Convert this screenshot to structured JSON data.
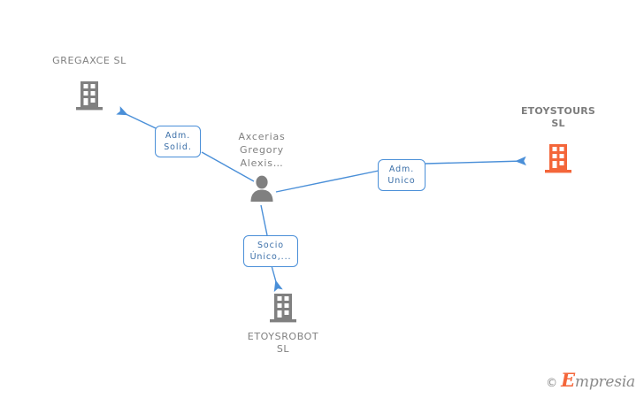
{
  "graph": {
    "title": "Empresia corporate relations graph",
    "colors": {
      "edge": "#4a8fd8",
      "label_border": "#4a8fd8",
      "label_text": "#3b6fa8",
      "node_gray": "#808080",
      "node_highlight": "#f4663a",
      "text_gray": "#808080",
      "background": "#ffffff"
    },
    "nodes": [
      {
        "id": "gregaxce",
        "label": "GREGAXCE SL",
        "type": "company",
        "icon": "building-icon",
        "highlight": false
      },
      {
        "id": "etoystours",
        "label": "ETOYSTOURS\nSL",
        "type": "company",
        "icon": "building-icon",
        "highlight": true
      },
      {
        "id": "person",
        "label": "Axcerias\nGregory\nAlexis…",
        "type": "person",
        "icon": "person-icon",
        "highlight": false
      },
      {
        "id": "etoysrobot",
        "label": "ETOYSROBOT\nSL",
        "type": "company",
        "icon": "building-icon",
        "highlight": false
      }
    ],
    "edges": [
      {
        "id": "person-to-gregaxce",
        "from": "person",
        "to": "gregaxce",
        "label": "Adm.\nSolid.",
        "direction": "up-left"
      },
      {
        "id": "person-to-etoystours",
        "from": "person",
        "to": "etoystours",
        "label": "Adm.\nUnico",
        "direction": "right"
      },
      {
        "id": "person-to-etoysrobot",
        "from": "person",
        "to": "etoysrobot",
        "label": "Socio\nÚnico,...",
        "direction": "down"
      }
    ]
  },
  "watermark": {
    "copyright_symbol": "©",
    "brand_initial": "E",
    "brand_rest": "mpresia"
  }
}
